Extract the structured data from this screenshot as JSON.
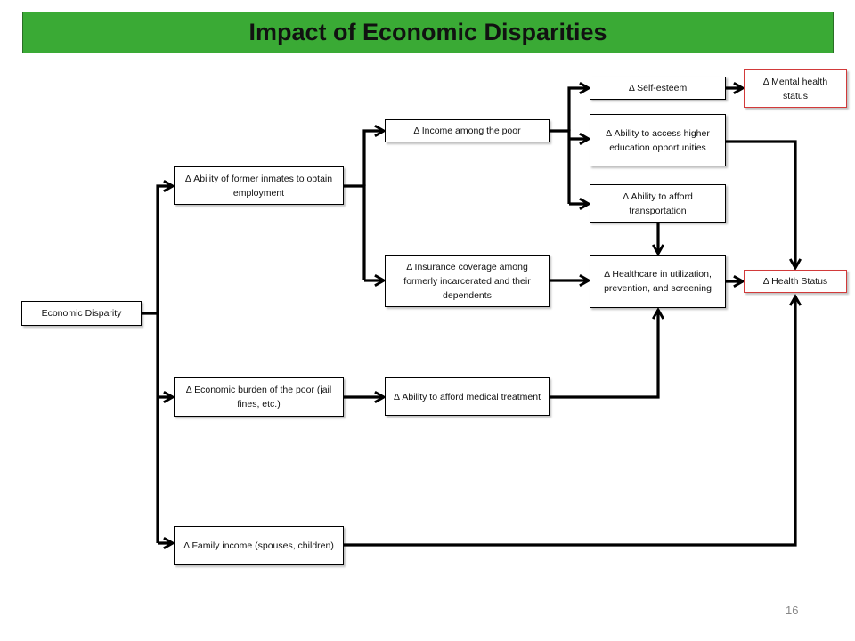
{
  "title": "Impact of Economic Disparities",
  "page_number": "16",
  "nodes": {
    "economic_disparity": "Economic Disparity",
    "ability_employment": "Δ Ability of former inmates to obtain employment",
    "economic_burden": "Δ Economic burden of the poor (jail fines, etc.)",
    "family_income": "Δ Family income (spouses, children)",
    "income_poor": "Δ Income among the poor",
    "insurance_coverage": "Δ Insurance coverage among formerly incarcerated and their dependents",
    "afford_medical": "Δ Ability to afford medical treatment",
    "self_esteem": "Δ Self-esteem",
    "higher_education": "Δ Ability to access higher education opportunities",
    "afford_transportation": "Δ Ability to afford transportation",
    "healthcare": "Δ Healthcare in utilization, prevention, and screening",
    "mental_health": "Δ Mental health status",
    "health_status": "Δ Health Status"
  },
  "colors": {
    "title_bg": "#3aaa35",
    "outcome_border": "#d23a3a"
  }
}
